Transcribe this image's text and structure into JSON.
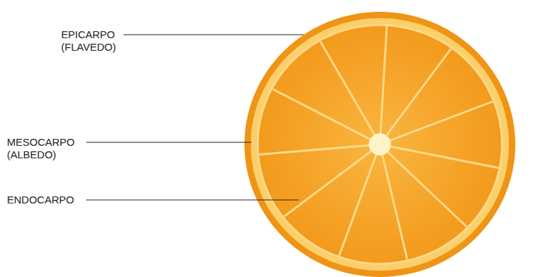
{
  "diagram": {
    "labels": [
      "EPICARPO (FLAVEDO)",
      "MESOCARPO (ALBEDO)",
      "ENDOCARPO"
    ]
  }
}
